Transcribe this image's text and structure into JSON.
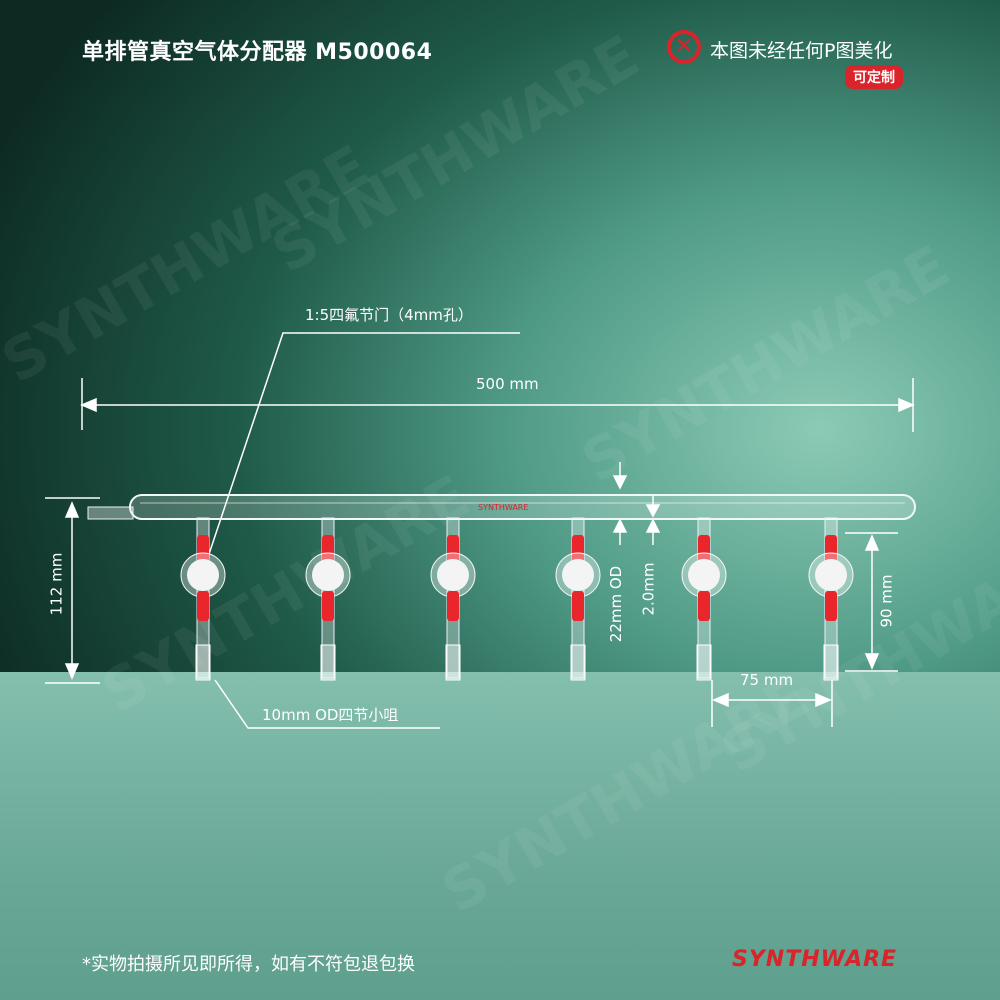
{
  "title": "单排管真空气体分配器 M500064",
  "notice": {
    "icon": "x-circle-icon",
    "text": "本图未经任何P图美化",
    "badge": "可定制"
  },
  "annotations": {
    "stopcock": "1:5四氟节门（4mm孔）",
    "length": "500 mm",
    "height": "112 mm",
    "tube_od": "22mm OD",
    "wall": "2.0mm",
    "stem": "90 mm",
    "spacing": "75 mm",
    "hose": "10mm OD四节小咀"
  },
  "tube_logo": "SYNTHWARE",
  "footer": "*实物拍摄所见即所得，如有不符包退包换",
  "brand": "SYNTHWARE",
  "watermark": "SYNTHWARE",
  "colors": {
    "accent": "#d8242a"
  }
}
